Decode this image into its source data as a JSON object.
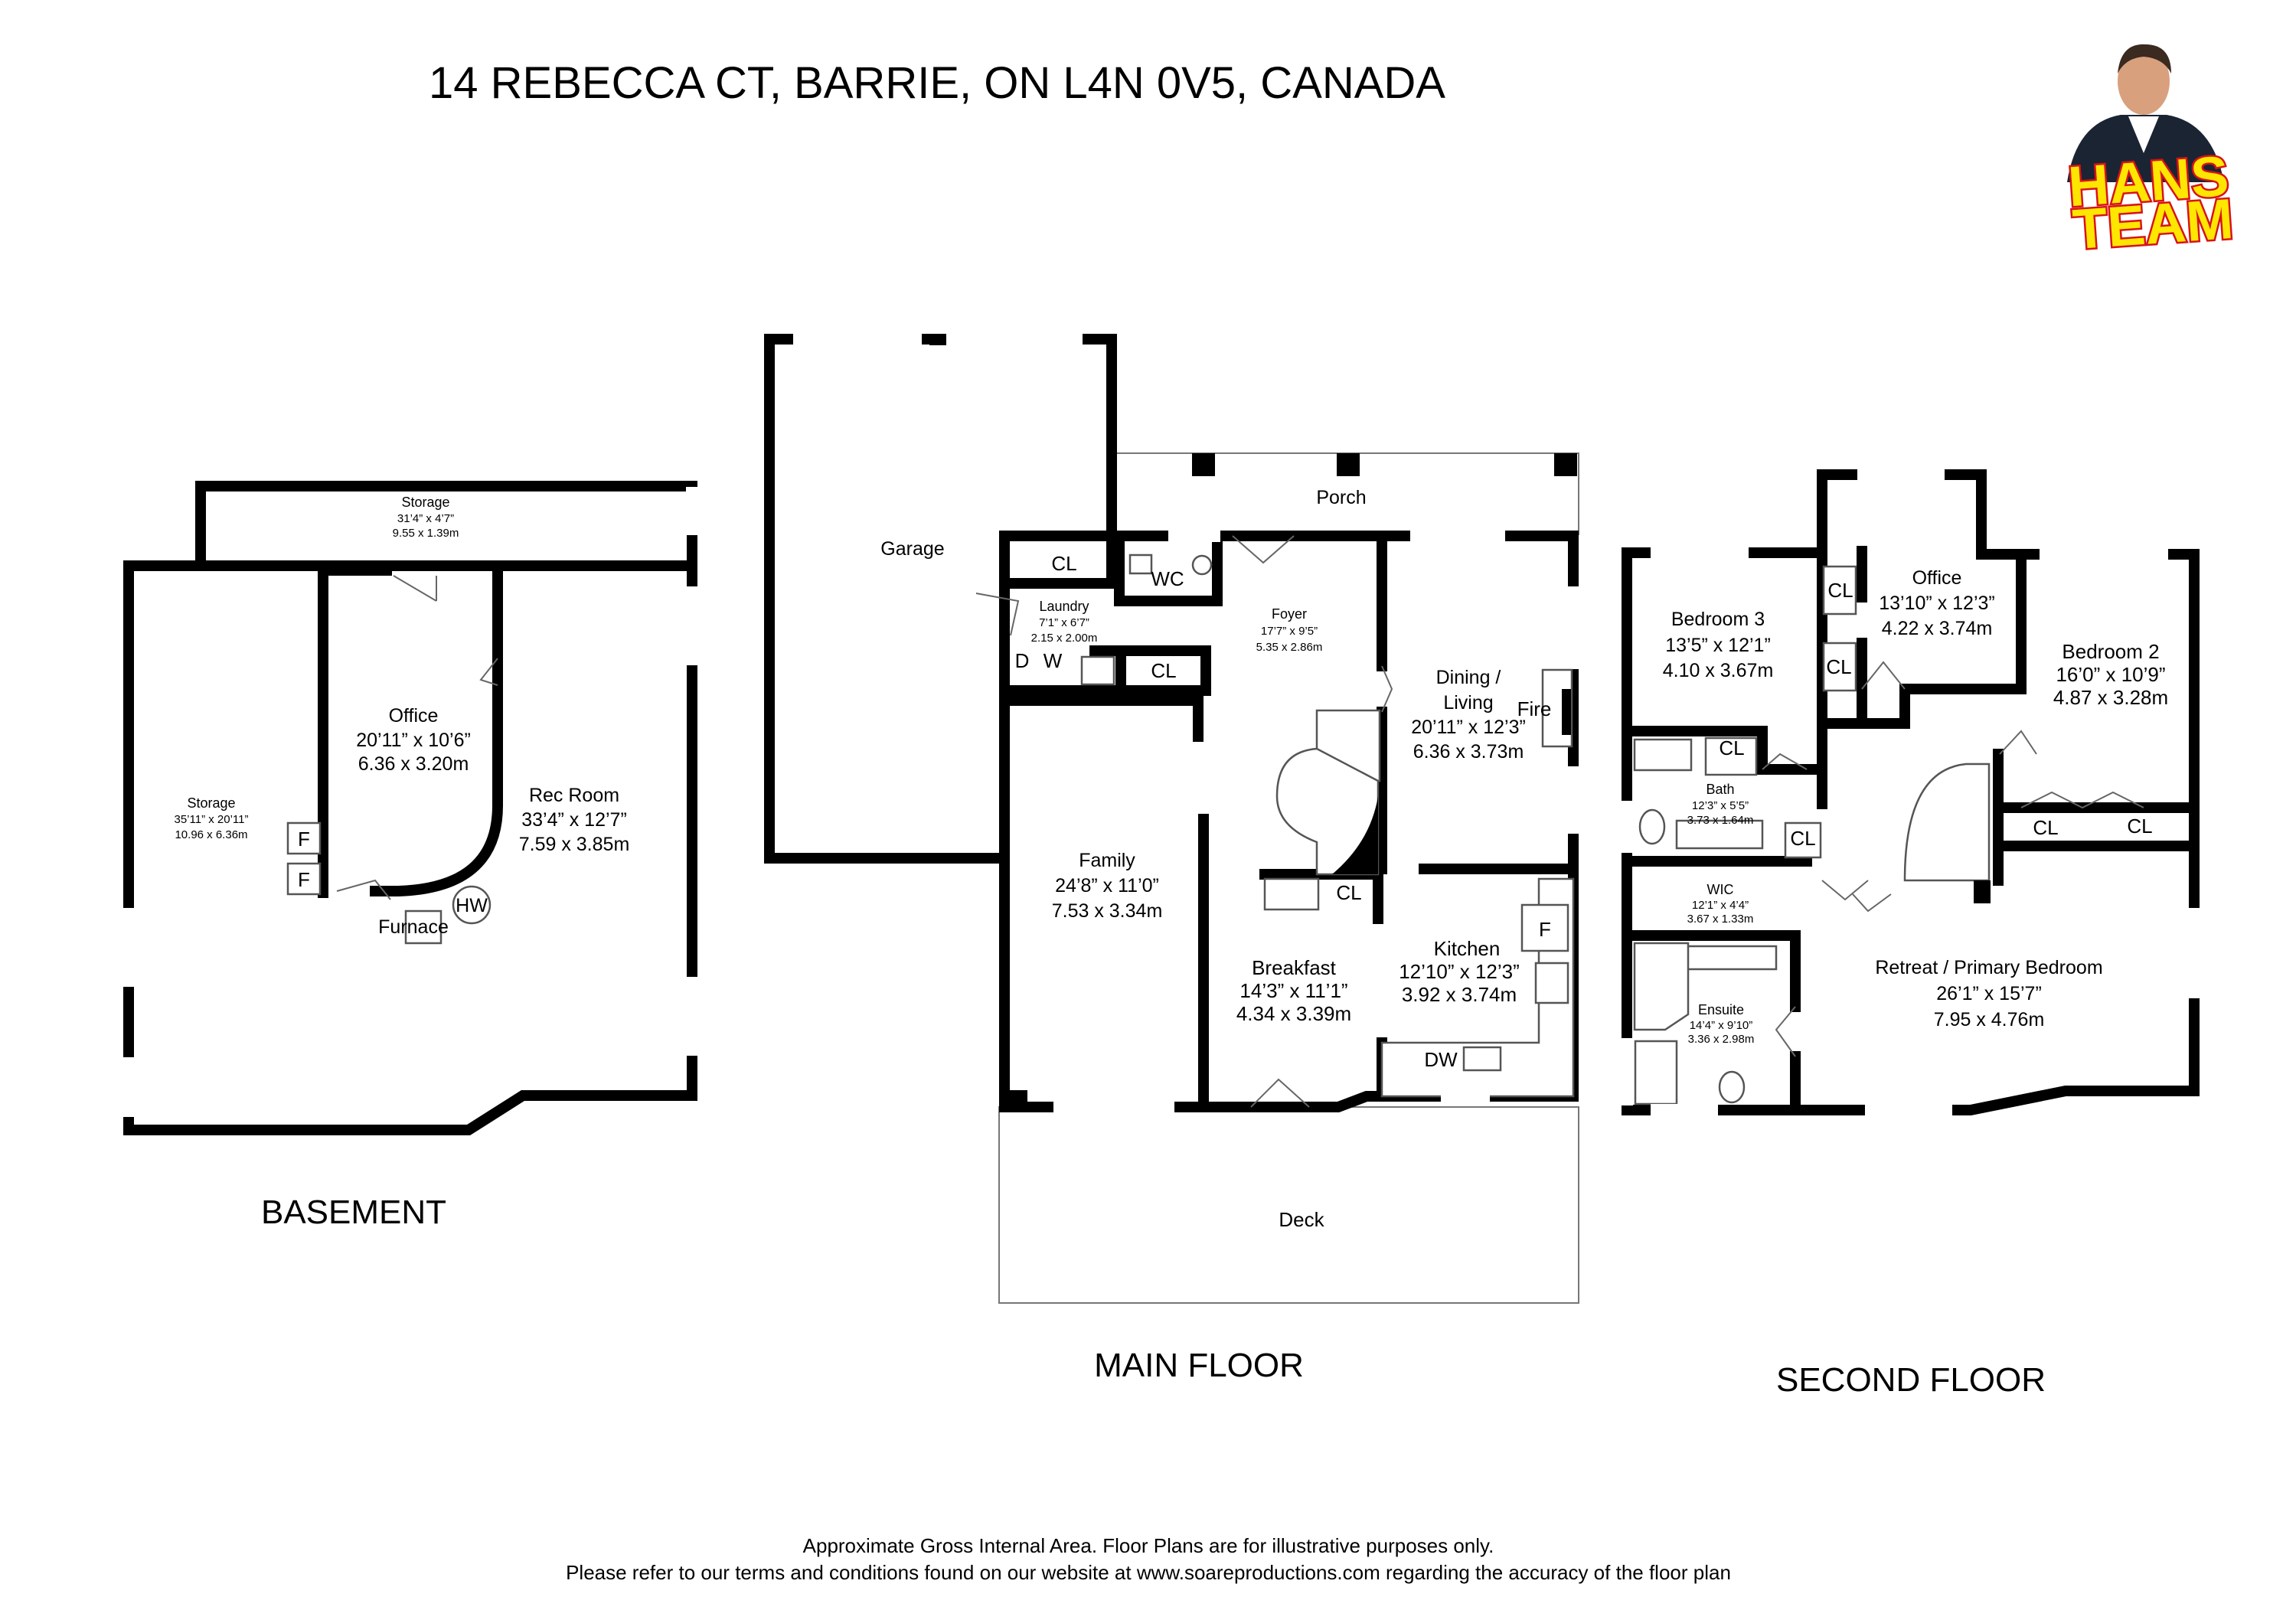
{
  "header": {
    "address": "14 REBECCA CT, BARRIE, ON L4N 0V5, CANADA"
  },
  "logo": {
    "line1": "HANS",
    "line2": "TEAM",
    "colors": {
      "fill": "#FFE600",
      "outline": "#D8121B",
      "suit": "#1B2433",
      "skin": "#D9A07E"
    }
  },
  "floors": {
    "basement": {
      "label": "BASEMENT",
      "rooms": {
        "storage_top": {
          "name": "Storage",
          "imperial": "31’4” x 4’7”",
          "metric": "9.55 x 1.39m"
        },
        "storage_left": {
          "name": "Storage",
          "imperial": "35’11” x 20’11”",
          "metric": "10.96 x 6.36m"
        },
        "office": {
          "name": "Office",
          "imperial": "20’11” x 10’6”",
          "metric": "6.36 x 3.20m"
        },
        "rec_room": {
          "name": "Rec Room",
          "imperial": "33’4” x 12’7”",
          "metric": "7.59 x 3.85m"
        }
      },
      "fixtures": {
        "f1": "F",
        "f2": "F",
        "furnace": "Furnace",
        "hw": "HW"
      }
    },
    "main": {
      "label": "MAIN FLOOR",
      "rooms": {
        "garage": {
          "name": "Garage"
        },
        "porch": {
          "name": "Porch"
        },
        "laundry": {
          "name": "Laundry",
          "imperial": "7’1” x 6’7”",
          "metric": "2.15 x 2.00m"
        },
        "foyer": {
          "name": "Foyer",
          "imperial": "17’7” x 9’5”",
          "metric": "5.35 x 2.86m"
        },
        "dining": {
          "name1": "Dining /",
          "name2": "Living",
          "imperial": "20’11” x 12’3”",
          "metric": "6.36 x 3.73m"
        },
        "family": {
          "name": "Family",
          "imperial": "24’8” x 11’0”",
          "metric": "7.53 x 3.34m"
        },
        "breakfast": {
          "name": "Breakfast",
          "imperial": "14’3” x 11’1”",
          "metric": "4.34 x 3.39m"
        },
        "kitchen": {
          "name": "Kitchen",
          "imperial": "12’10” x 12’3”",
          "metric": "3.92 x 3.74m"
        },
        "deck": {
          "name": "Deck"
        }
      },
      "fixtures": {
        "cl1": "CL",
        "cl2": "CL",
        "cl3": "CL",
        "wc": "WC",
        "d": "D",
        "w": "W",
        "fire": "Fire",
        "f": "F",
        "dw": "DW"
      }
    },
    "second": {
      "label": "SECOND FLOOR",
      "rooms": {
        "bedroom3": {
          "name": "Bedroom 3",
          "imperial": "13’5” x 12’1”",
          "metric": "4.10 x 3.67m"
        },
        "office": {
          "name": "Office",
          "imperial": "13’10” x 12’3”",
          "metric": "4.22 x 3.74m"
        },
        "bedroom2": {
          "name": "Bedroom 2",
          "imperial": "16’0” x 10’9”",
          "metric": "4.87 x 3.28m"
        },
        "bath": {
          "name": "Bath",
          "imperial": "12’3” x 5’5”",
          "metric": "3.73 x 1.64m"
        },
        "wic": {
          "name": "WIC",
          "imperial": "12’1” x 4’4”",
          "metric": "3.67 x 1.33m"
        },
        "ensuite": {
          "name": "Ensuite",
          "imperial": "14’4” x 9’10”",
          "metric": "3.36 x 2.98m"
        },
        "retreat": {
          "name": "Retreat / Primary Bedroom",
          "imperial": "26’1” x 15’7”",
          "metric": "7.95 x 4.76m"
        }
      },
      "fixtures": {
        "cl1": "CL",
        "cl2": "CL",
        "cl3": "CL",
        "cl4": "CL",
        "cl5": "CL",
        "cl6": "CL"
      }
    }
  },
  "footer": {
    "line1": "Approximate Gross Internal Area. Floor Plans are for illustrative purposes only.",
    "line2": "Please refer to our terms and conditions found on our website at www.soareproductions.com regarding the accuracy of the floor plan"
  }
}
